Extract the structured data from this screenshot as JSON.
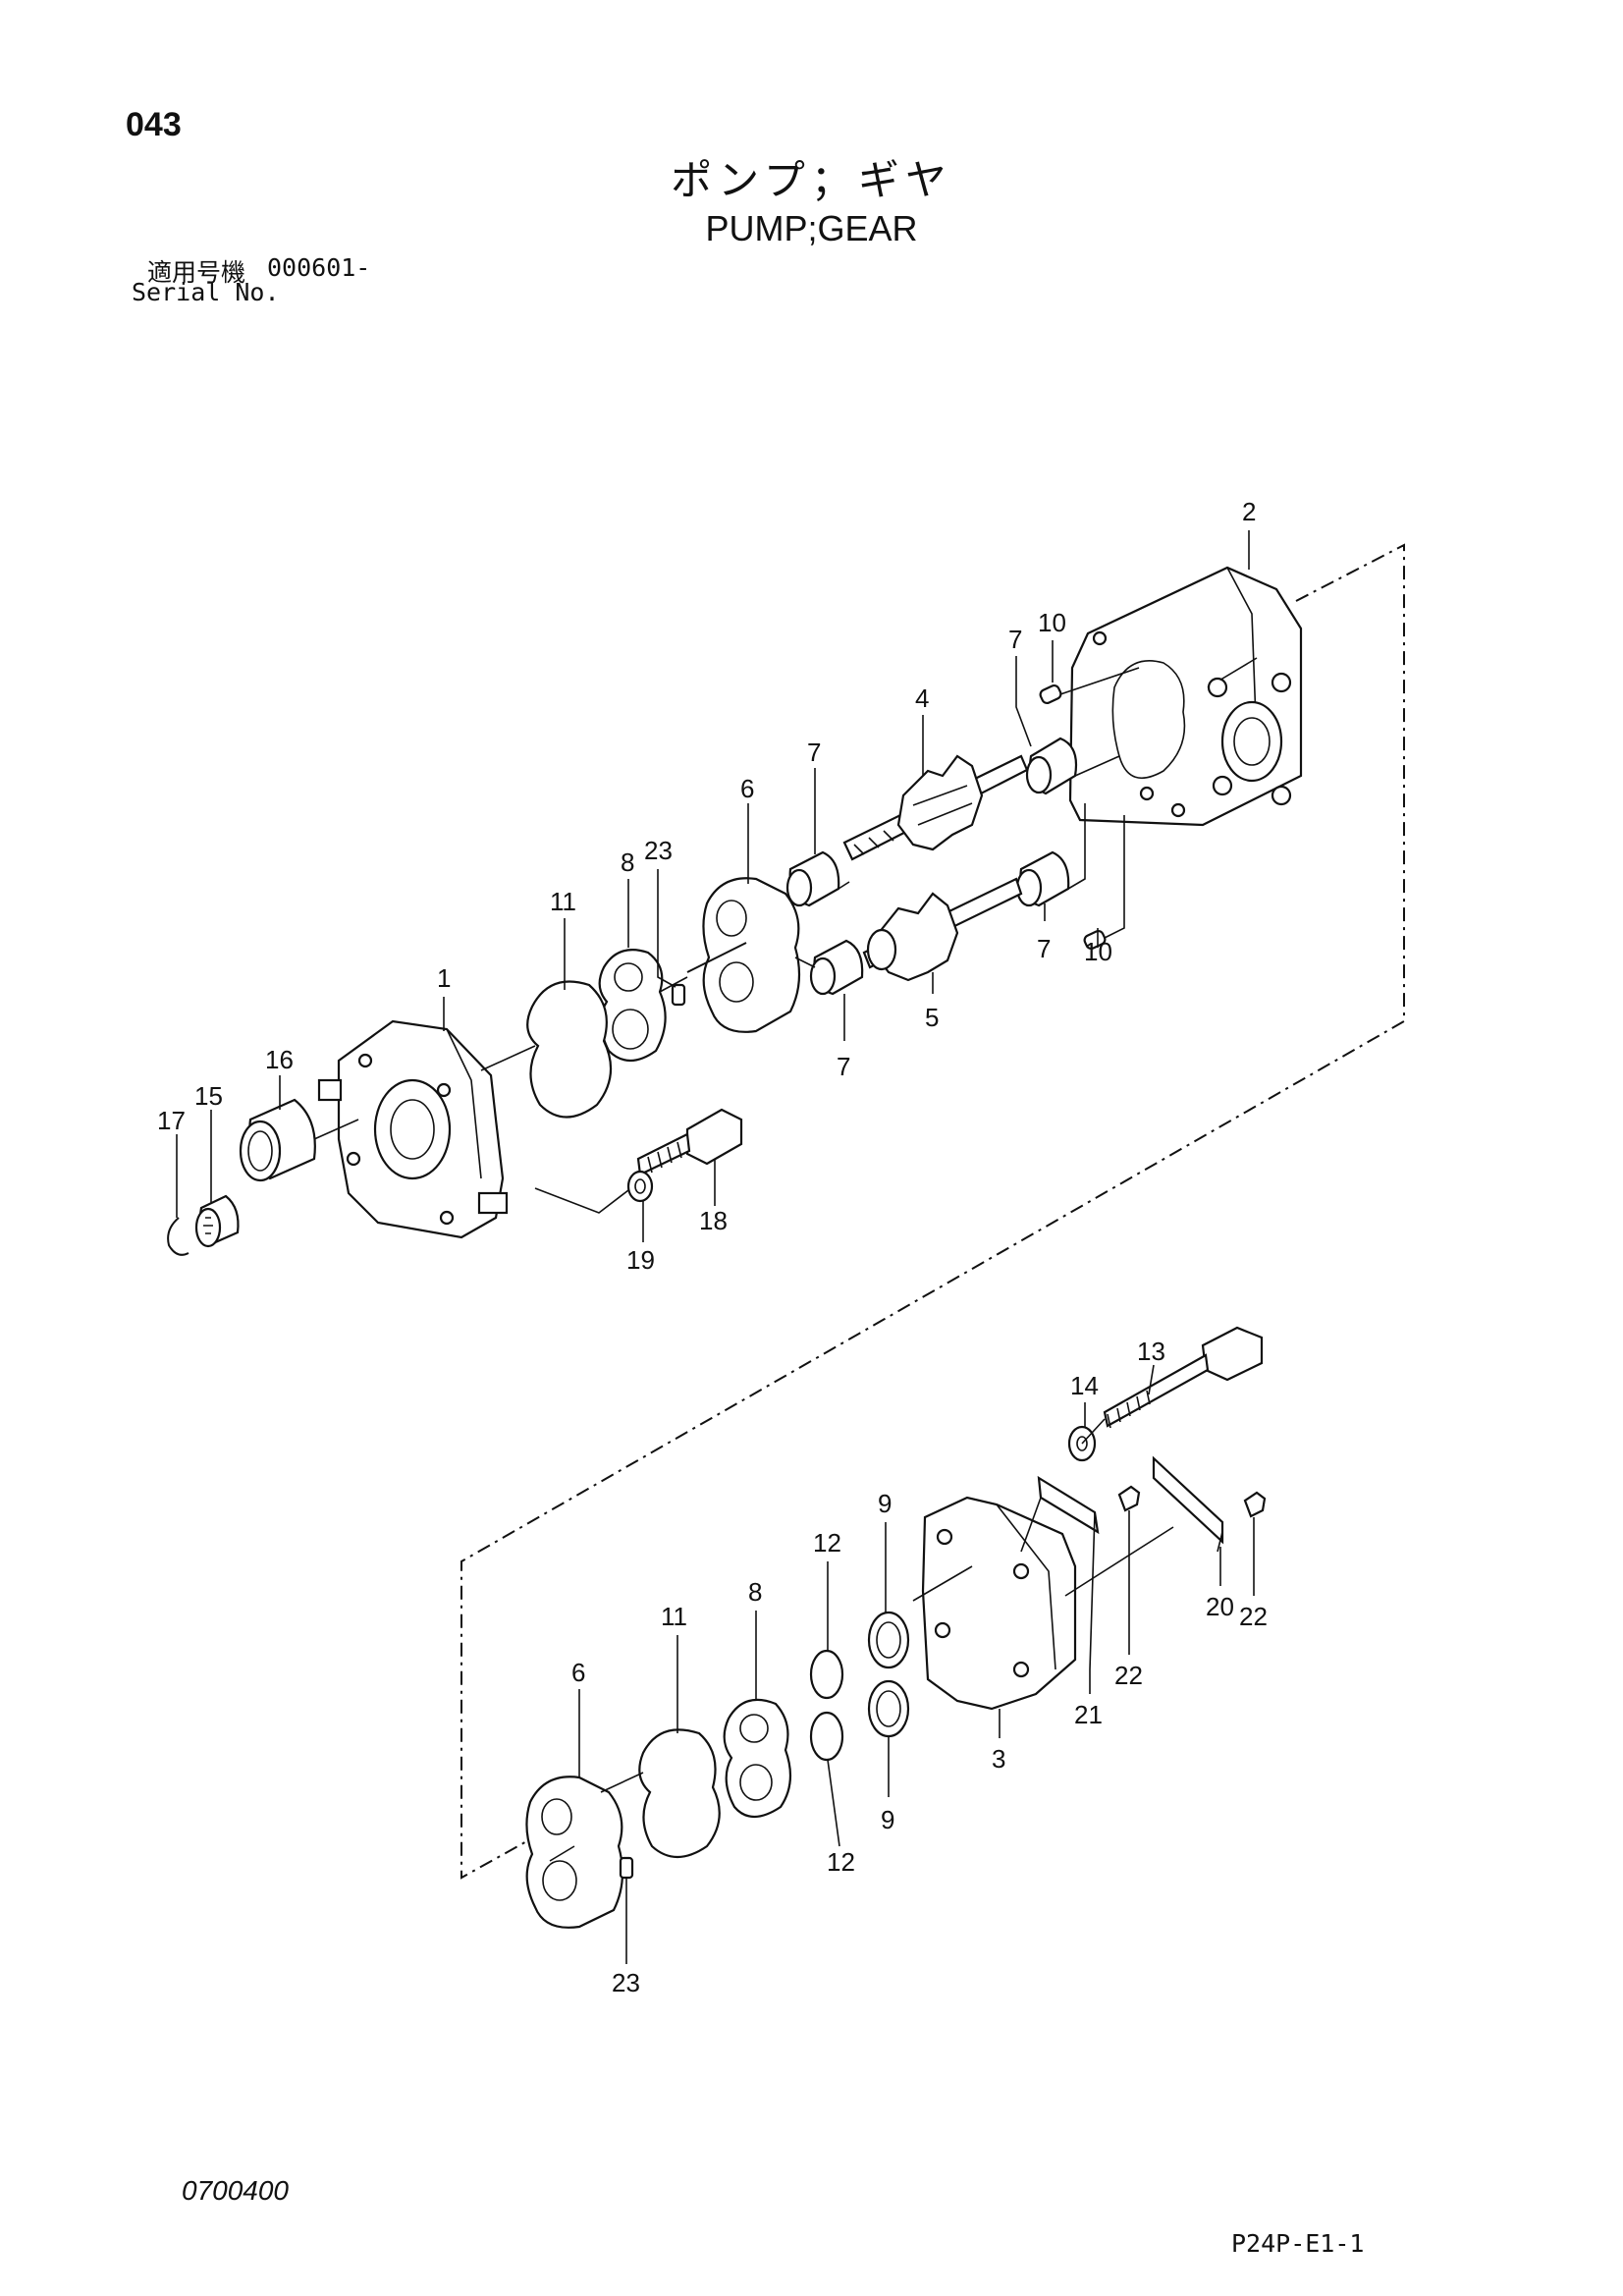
{
  "header": {
    "page_number": "043",
    "title_jp": "ポンプ；ギヤ",
    "title_en": "PUMP;GEAR",
    "serial_label_jp": "適用号機",
    "serial_value": "000601-",
    "serial_label_en": "Serial No."
  },
  "footer": {
    "doc_code": "0700400",
    "sheet_ref": "P24P-E1-1"
  },
  "callouts": {
    "c2": "2",
    "c10a": "10",
    "c7a": "7",
    "c4": "4",
    "c7b": "7",
    "c6a": "6",
    "c23a": "23",
    "c8a": "8",
    "c11a": "11",
    "c1": "1",
    "c7c": "7",
    "c10b": "10",
    "c5": "5",
    "c7d": "7",
    "c16": "16",
    "c15": "15",
    "c17": "17",
    "c18": "18",
    "c19": "19",
    "c13": "13",
    "c14": "14",
    "c9a": "9",
    "c12a": "12",
    "c8b": "8",
    "c11b": "11",
    "c6b": "6",
    "c20": "20",
    "c22a": "22",
    "c22b": "22",
    "c21": "21",
    "c3": "3",
    "c9b": "9",
    "c12b": "12",
    "c23b": "23"
  }
}
